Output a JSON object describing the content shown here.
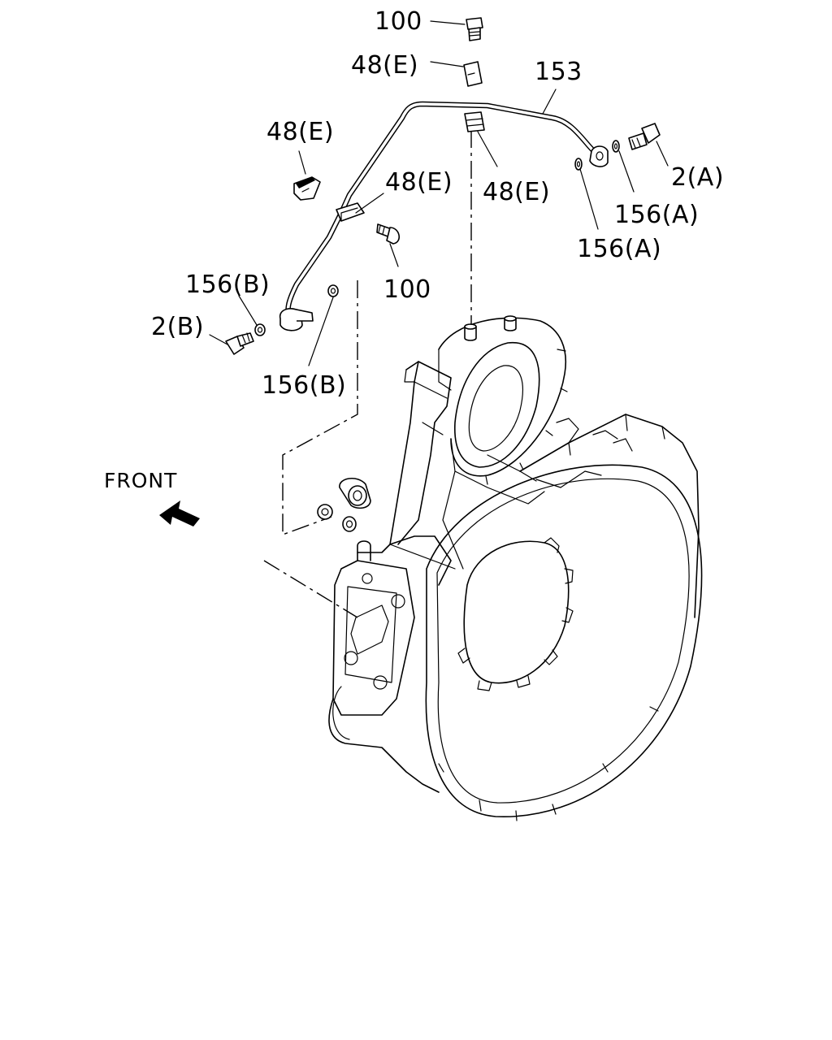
{
  "diagram": {
    "labels": {
      "bolt_100_top": "100",
      "clip_48e_top": "48(E)",
      "pipe_153": "153",
      "clip_48e_left": "48(E)",
      "clip_48e_mid": "48(E)",
      "clip_48e_right": "48(E)",
      "bolt_2a": "2(A)",
      "washer_156a_1": "156(A)",
      "washer_156a_2": "156(A)",
      "washer_156b_top": "156(B)",
      "bolt_100_mid": "100",
      "bolt_2b": "2(B)",
      "washer_156b_bottom": "156(B)"
    },
    "front_label": "FRONT"
  }
}
